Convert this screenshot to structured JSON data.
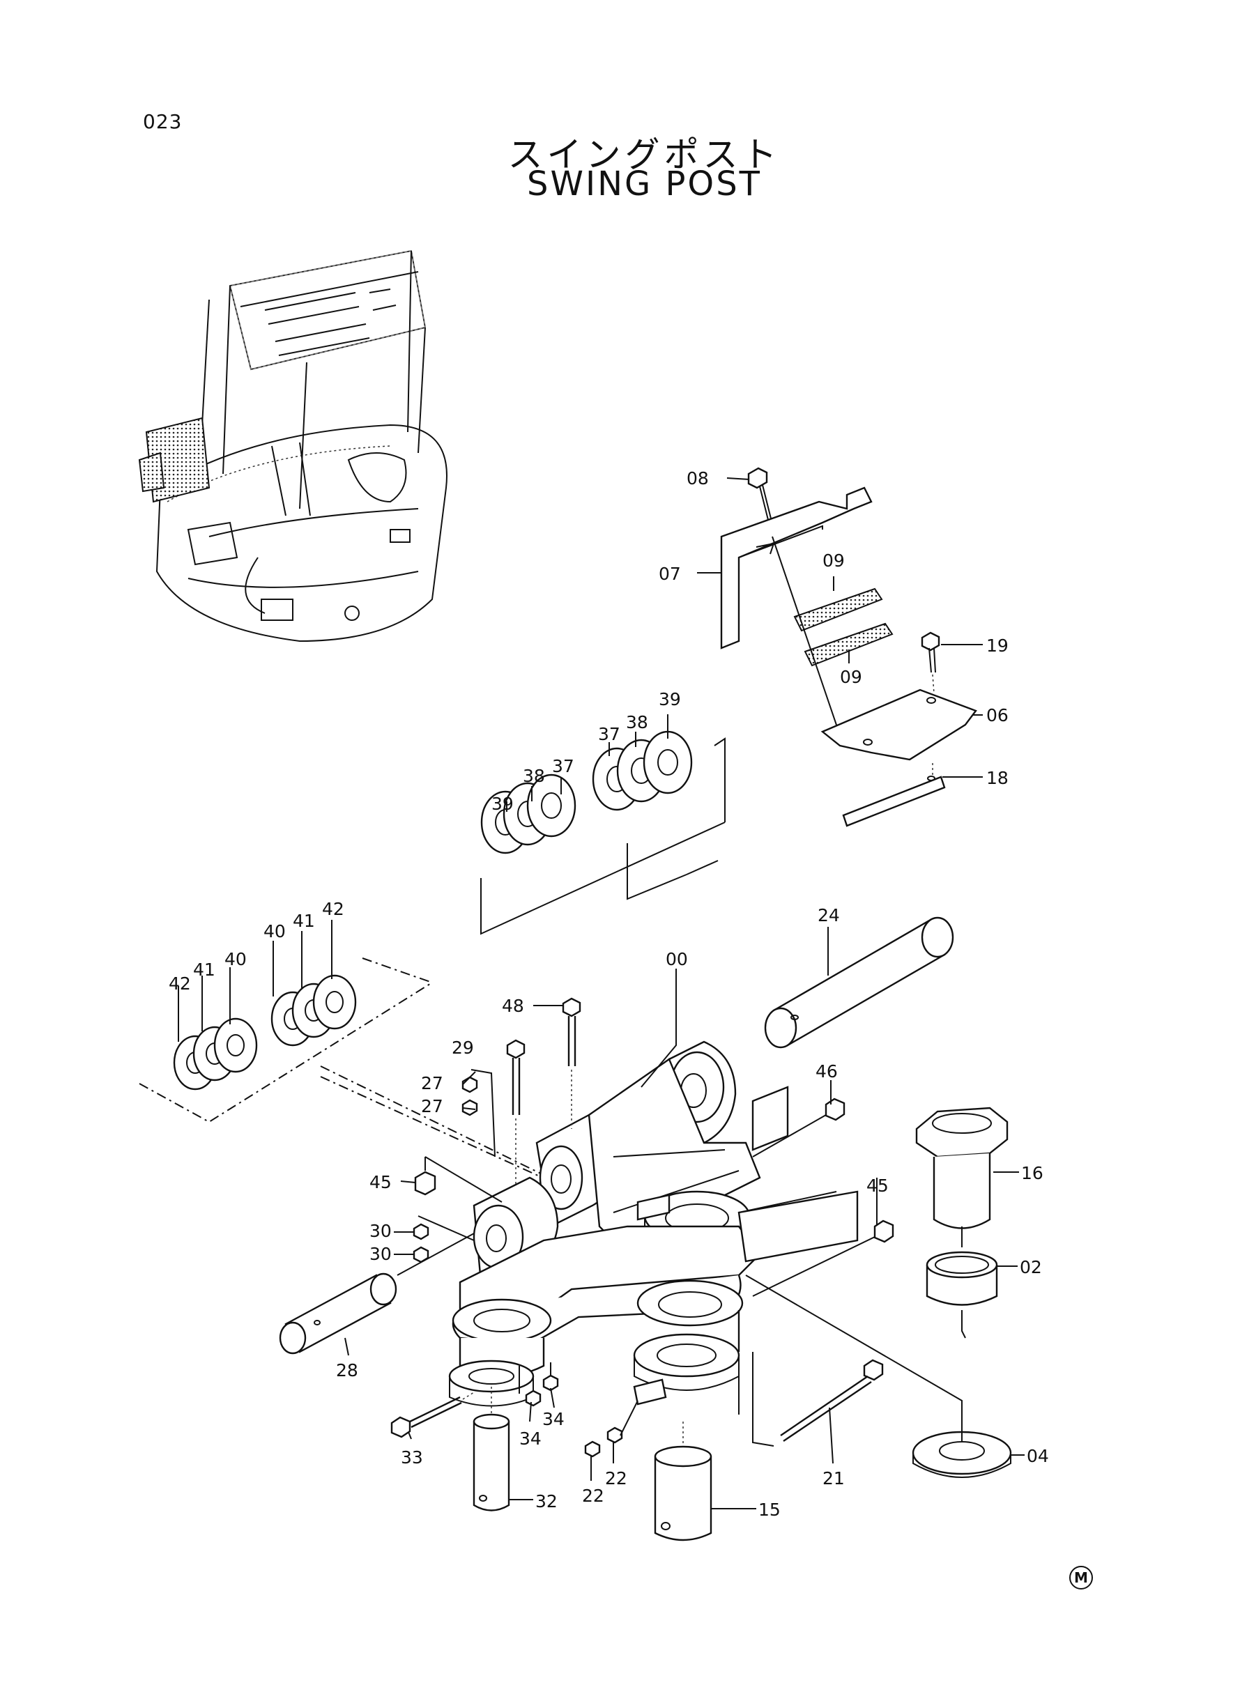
{
  "page_number": "023",
  "title_jp": "スイングポスト",
  "title_en": "SWING POST",
  "mark": "M",
  "callouts": {
    "c00": "00",
    "c02": "02",
    "c04": "04",
    "c06": "06",
    "c07": "07",
    "c08": "08",
    "c09a": "09",
    "c09b": "09",
    "c15": "15",
    "c16": "16",
    "c18": "18",
    "c19": "19",
    "c21": "21",
    "c22a": "22",
    "c22b": "22",
    "c24": "24",
    "c27a": "27",
    "c27b": "27",
    "c28": "28",
    "c29": "29",
    "c30a": "30",
    "c30b": "30",
    "c32": "32",
    "c33": "33",
    "c34a": "34",
    "c34b": "34",
    "c37a": "37",
    "c37b": "37",
    "c38a": "38",
    "c38b": "38",
    "c39a": "39",
    "c39b": "39",
    "c40a": "40",
    "c40b": "40",
    "c41a": "41",
    "c41b": "41",
    "c42a": "42",
    "c42b": "42",
    "c45a": "45",
    "c45b": "45",
    "c46": "46",
    "c48": "48"
  }
}
